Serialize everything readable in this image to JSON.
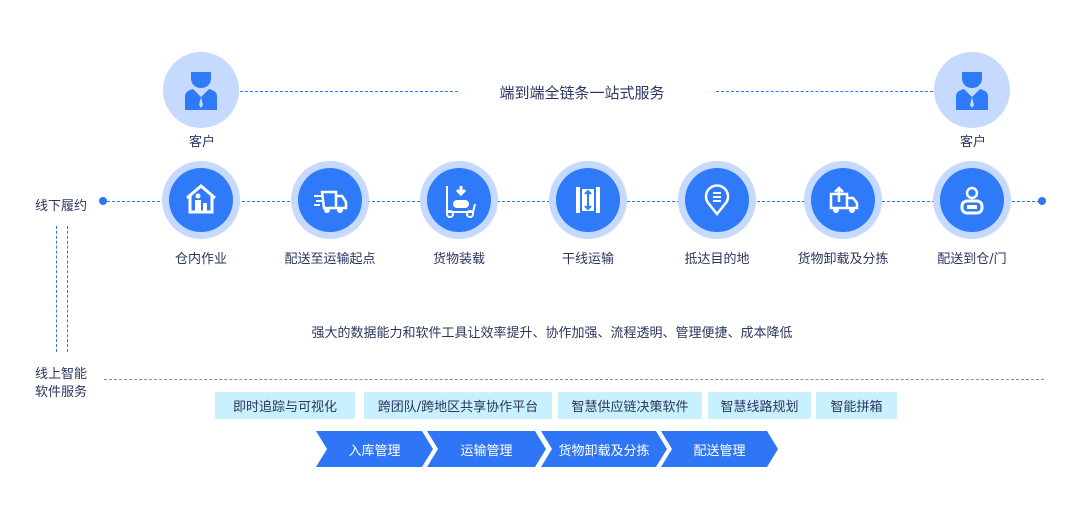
{
  "header": {
    "title": "端到端全链条一站式服务",
    "customer_left": "客户",
    "customer_right": "客户"
  },
  "offline": {
    "label": "线下履约",
    "steps": [
      {
        "label": "仓内作业",
        "icon": "warehouse-worker-icon"
      },
      {
        "label": "配送至运输起点",
        "icon": "delivery-truck-icon"
      },
      {
        "label": "货物装载",
        "icon": "cargo-loading-icon"
      },
      {
        "label": "干线运输",
        "icon": "trunk-transport-icon"
      },
      {
        "label": "抵达目的地",
        "icon": "destination-pin-icon"
      },
      {
        "label": "货物卸载及分拣",
        "icon": "unloading-truck-icon"
      },
      {
        "label": "配送到仓/门",
        "icon": "courier-icon"
      }
    ]
  },
  "middle_text": "强大的数据能力和软件工具让效率提升、协作加强、流程透明、管理便捷、成本降低",
  "online": {
    "label_line1": "线上智能",
    "label_line2": "软件服务",
    "chips": [
      "即时追踪与可视化",
      "跨团队/跨地区共享协作平台",
      "智慧供应链决策软件",
      "智慧线路规划",
      "智能拼箱"
    ],
    "flow": [
      "入库管理",
      "运输管理",
      "货物卸载及分拣",
      "配送管理"
    ]
  },
  "colors": {
    "primary": "#2f7af8",
    "light": "#c5dafe",
    "chip": "#c8f0fd"
  }
}
